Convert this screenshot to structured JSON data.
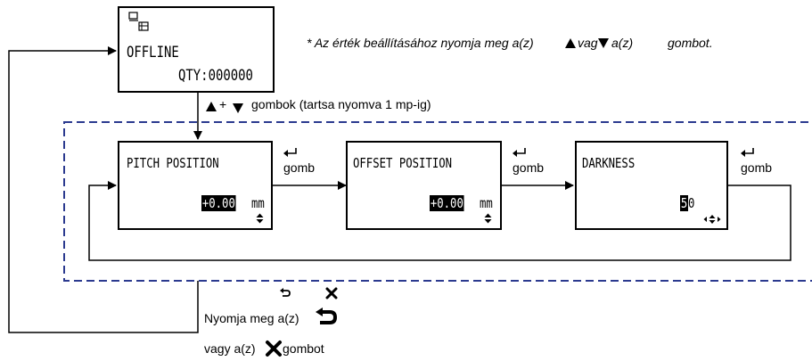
{
  "note": {
    "prefix": "* Az érték beállításához nyomja meg a(z)",
    "middle": "vag",
    "suffix": "a(z)",
    "tail": "gombot."
  },
  "main_screen": {
    "status": "OFFLINE",
    "qty": "QTY:000000"
  },
  "combo_label": "gombok (tartsa nyomva 1 mp-ig)",
  "screens": [
    {
      "title": "PITCH POSITION",
      "value": "+0.00",
      "unit": "mm"
    },
    {
      "title": "OFFSET POSITION",
      "value": "+0.00",
      "unit": "mm"
    },
    {
      "title": "DARKNESS",
      "value_hl": "5",
      "value_rest": "0"
    }
  ],
  "enter_label": "gomb",
  "exit": {
    "line1": "Nyomja meg a(z)",
    "line2_prefix": "vagy a(z)",
    "line2_suffix": "gombot"
  },
  "colors": {
    "dashed_frame": "#2b3a8f",
    "line": "#000000"
  },
  "icons": [
    "return-icon",
    "cross-icon",
    "up-arrow-icon",
    "down-arrow-icon",
    "enter-icon",
    "updown-icon"
  ]
}
